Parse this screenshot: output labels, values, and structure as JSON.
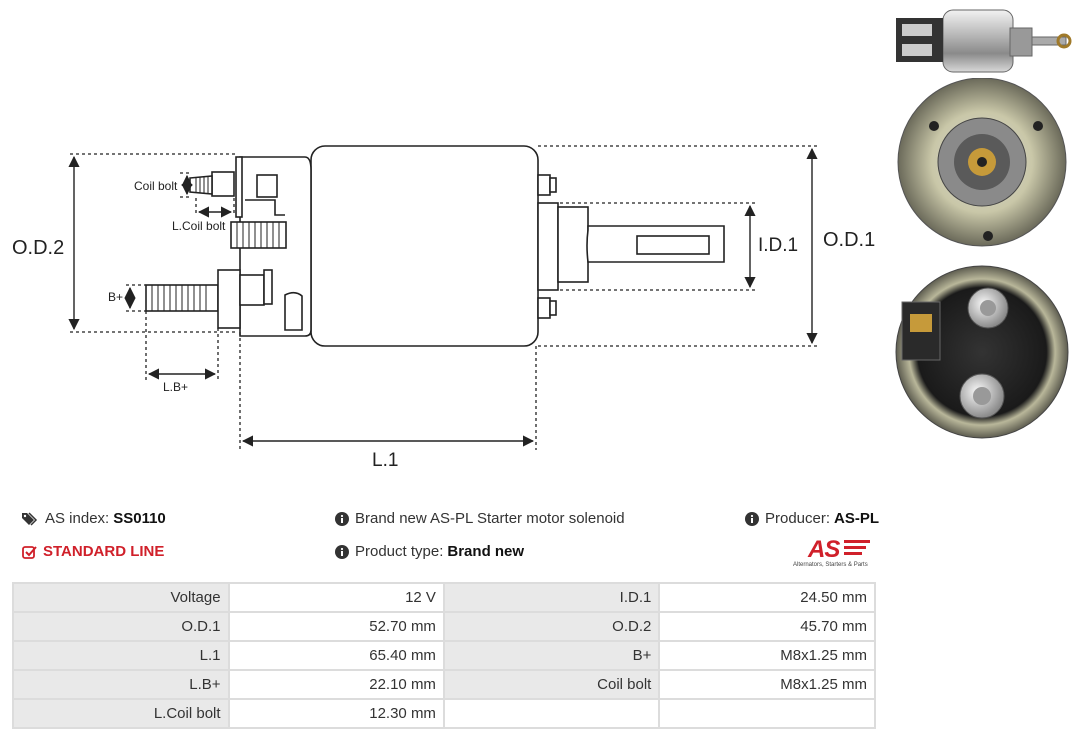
{
  "drawing": {
    "labels": {
      "od2": "O.D.2",
      "od1": "O.D.1",
      "id1": "I.D.1",
      "l1": "L.1",
      "lb": "L.B+",
      "bplus": "B+",
      "coil_bolt": "Coil bolt",
      "l_coil_bolt": "L.Coil bolt"
    }
  },
  "info": {
    "as_index_label": "AS index:",
    "as_index_value": "SS0110",
    "line": "STANDARD LINE",
    "description": "Brand new AS-PL Starter motor solenoid",
    "product_type_label": "Product type:",
    "product_type_value": "Brand new",
    "producer_label": "Producer:",
    "producer_value": "AS-PL",
    "logo_text": "AS",
    "logo_tagline": "Alternators, Starters & Parts"
  },
  "specs": [
    [
      {
        "label": "Voltage",
        "value": "12 V"
      },
      {
        "label": "I.D.1",
        "value": "24.50 mm"
      }
    ],
    [
      {
        "label": "O.D.1",
        "value": "52.70 mm"
      },
      {
        "label": "O.D.2",
        "value": "45.70 mm"
      }
    ],
    [
      {
        "label": "L.1",
        "value": "65.40 mm"
      },
      {
        "label": "B+",
        "value": "M8x1.25 mm"
      }
    ],
    [
      {
        "label": "L.B+",
        "value": "22.10 mm"
      },
      {
        "label": "Coil bolt",
        "value": "M8x1.25 mm"
      }
    ],
    [
      {
        "label": "L.Coil bolt",
        "value": "12.30 mm"
      },
      {
        "label": "",
        "value": ""
      }
    ]
  ],
  "colors": {
    "accent_red": "#d0202a",
    "table_label_bg": "#e9e9e9",
    "table_border": "#dcdcdc"
  },
  "icons": [
    "tags-icon",
    "check-square-icon",
    "info-circle-icon"
  ]
}
